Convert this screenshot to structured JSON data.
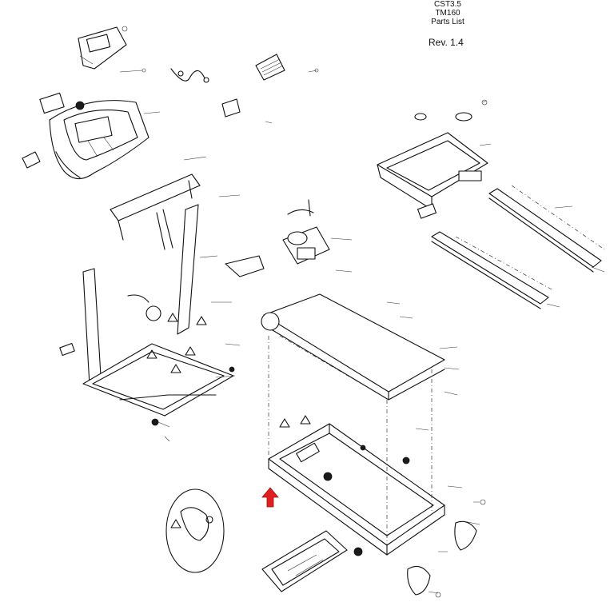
{
  "title_block": {
    "line1": "CST3.5",
    "line2": "TM160",
    "line3": "Parts List",
    "revision": "Rev. 1.4"
  },
  "colors": {
    "ink": "#111111",
    "highlight_arrow": "#e02020"
  },
  "icons": {
    "pointer": "red-up-arrow-icon"
  }
}
